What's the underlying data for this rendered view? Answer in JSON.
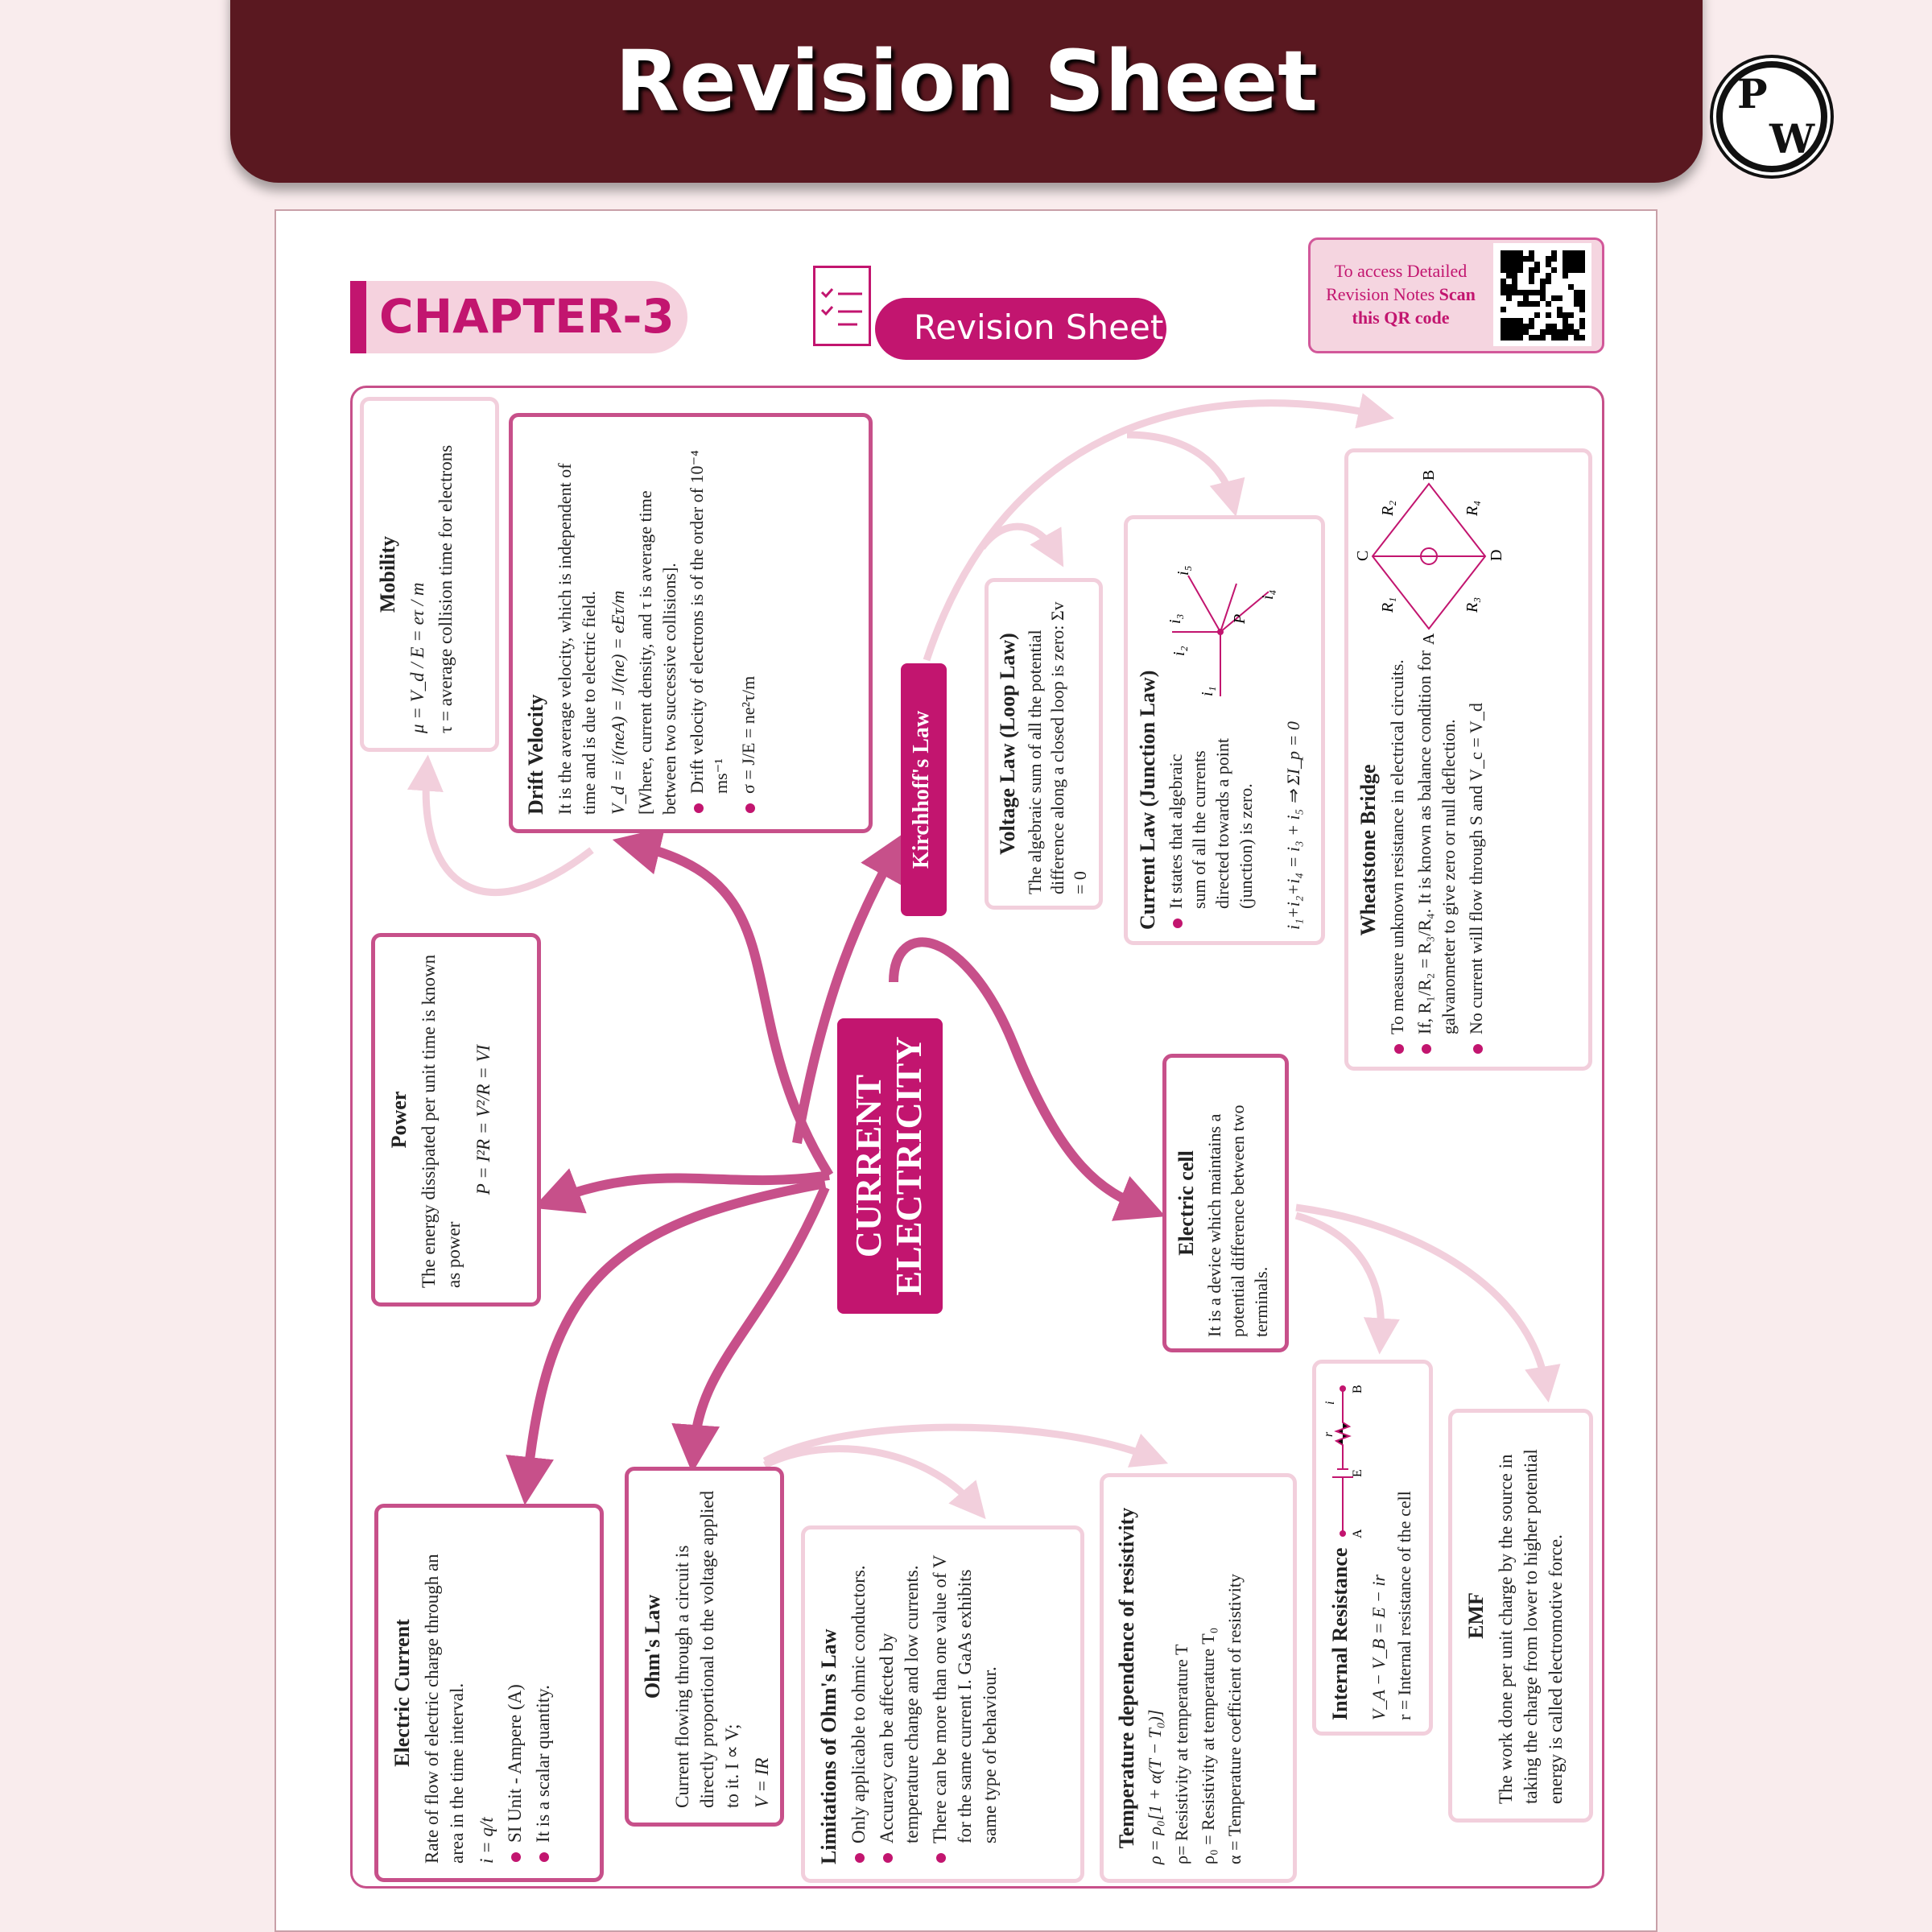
{
  "header": {
    "title": "Revision Sheet",
    "logo": "PW"
  },
  "chapter": "CHAPTER-3",
  "sheet_label": "Revision Sheet",
  "qr": {
    "text_1": "To access Detailed",
    "text_2": "Revision Notes ",
    "text_bold_1": "Scan",
    "text_bold_2": "this QR code"
  },
  "center": {
    "line1": "CURRENT",
    "line2": "ELECTRICITY"
  },
  "kirchhoff": "Kirchhoff's Law",
  "mobility": {
    "title": "Mobility",
    "formula": "μ = V_d / E = eτ / m",
    "note": "τ = average collision time for electrons"
  },
  "drift": {
    "title": "Drift Velocity",
    "text": "It is the average velocity, which is independent of time and is due to electric field.",
    "formula": "V_d = i/(neA) = J/(ne) = eEτ/m",
    "formula_note": "[Where, current density, and τ is average time between two successive collisions].",
    "bullets": [
      "Drift velocity of electrons is of the order of 10⁻⁴ ms⁻¹",
      "σ = J/E = ne²τ/m"
    ]
  },
  "voltage_law": {
    "title": "Voltage Law (Loop Law)",
    "text": "The algebraic sum of all the potential difference along a closed loop is zero: Σv = 0"
  },
  "current_law": {
    "title": "Current Law (Junction Law)",
    "bullet": "It states that algebraic sum of all the currents directed towards a point (junction) is zero.",
    "formula": "i₁+i₂+i₄ = i₃ + i₅ ⇒ ΣI_p = 0",
    "labels": [
      "i₁",
      "i₂",
      "i₃",
      "i₄",
      "i₅",
      "P"
    ]
  },
  "wheatstone": {
    "title": "Wheatstone Bridge",
    "bullets": [
      "To measure unknown resistance in electrical circuits.",
      "If, R₁/R₂ = R₃/R₄. It is known as balance condition for galvanometer to give zero or null deflection.",
      "No current will flow through S and V_c = V_d"
    ],
    "labels": [
      "R₁",
      "R₂",
      "R₃",
      "R₄",
      "A",
      "B",
      "C",
      "D"
    ]
  },
  "power": {
    "title": "Power",
    "text": "The energy dissipated per unit time is known as power",
    "formula": "P = I²R = V²/R = VI"
  },
  "electric_cell": {
    "title": "Electric cell",
    "text": "It is a device which maintains a potential difference between two terminals."
  },
  "electric_current": {
    "title": "Electric Current",
    "text": "Rate of flow of electric charge through an area in the time interval.",
    "formula": "i = q/t",
    "bullets": [
      "SI Unit - Ampere (A)",
      "It is a scalar quantity."
    ]
  },
  "ohms_law": {
    "title": "Ohm's Law",
    "text": "Current flowing through a circuit is directly proportional to the voltage applied to it. I ∝ V;",
    "formula": "V = IR"
  },
  "limitations": {
    "title": "Limitations of Ohm's Law",
    "bullets": [
      "Only applicable to ohmic conductors.",
      "Accuracy can be affected by temperature change and low currents.",
      "There can be more than one value of V for the same current I. GaAs exhibits same type of behaviour."
    ]
  },
  "temperature": {
    "title": "Temperature dependence of resistivity",
    "formula": "ρ = ρ₀[1 + α(T − T₀)]",
    "lines": [
      "ρ= Resistivity at temperature T",
      "ρ₀ = Resistivity at temperature T₀",
      "α = Temperature coefficient of resistivity"
    ]
  },
  "internal_resistance": {
    "title": "Internal Resistance",
    "formula": "V_A − V_B = E − ir",
    "note": "r = Internal resistance of the cell",
    "labels": [
      "A",
      "B",
      "E",
      "r",
      "i"
    ]
  },
  "emf": {
    "title": "EMF",
    "text": "The work done per unit charge by the source in taking the charge from lower to higher potential energy is called electromotive force."
  },
  "colors": {
    "maroon": "#5a1820",
    "magenta": "#c2156f",
    "dark_border": "#c7508a",
    "light_border": "#f2cfdc"
  }
}
